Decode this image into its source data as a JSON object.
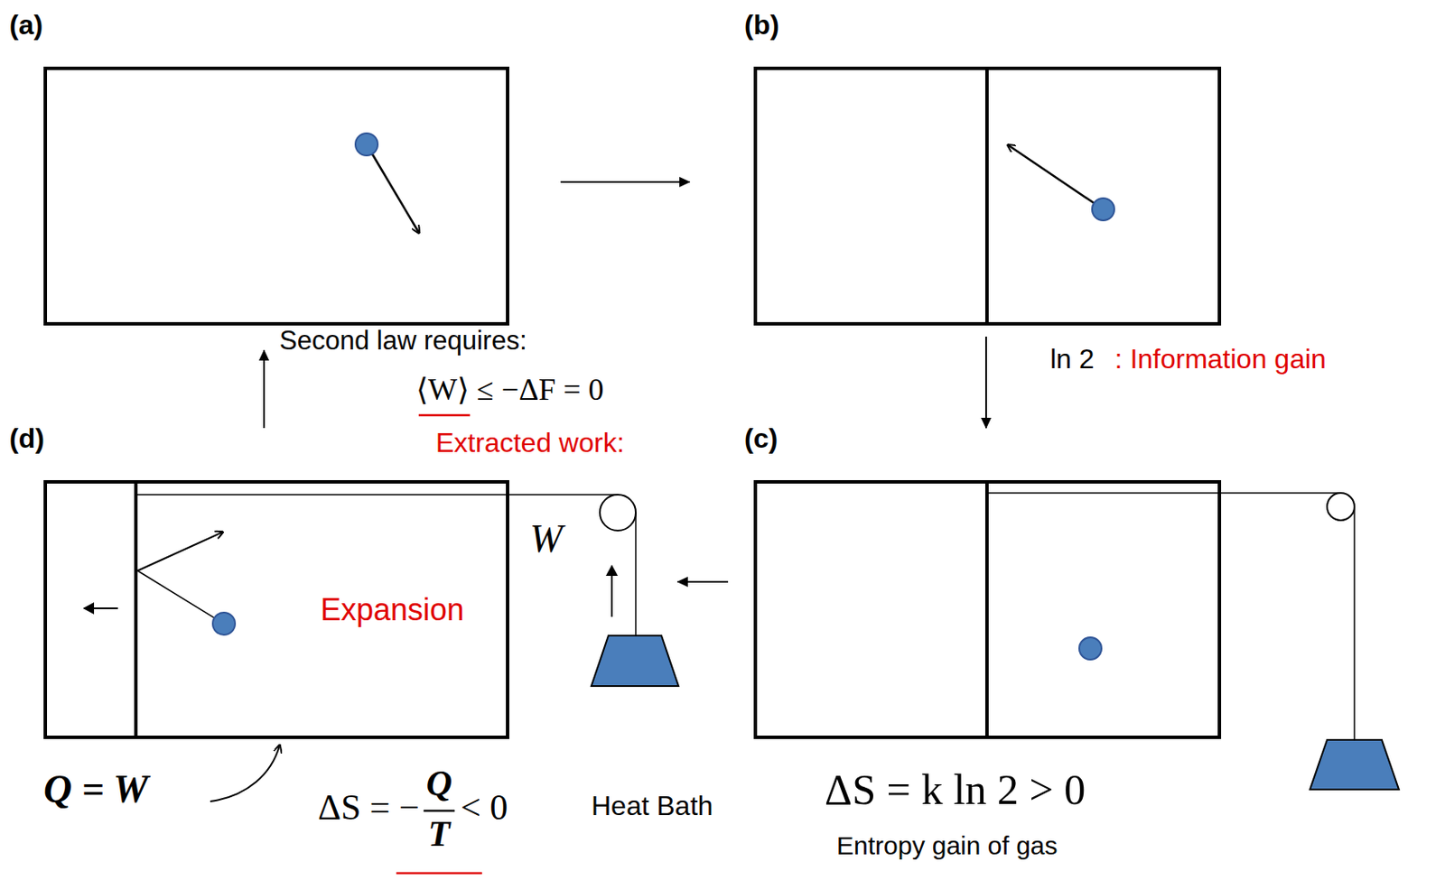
{
  "diagram": {
    "nodes": [
      {
        "text": [
          "(a)"
        ]
      },
      {
        "text": [
          "(b)"
        ]
      },
      {
        "text": [
          "(c)"
        ]
      },
      {
        "text": [
          "(d)"
        ]
      }
    ],
    "edges": [
      {
        "from": 0,
        "to": 1,
        "arrow": "to"
      },
      {
        "from": 1,
        "to": 2,
        "arrow": "to"
      },
      {
        "from": 2,
        "to": 3,
        "arrow": "to"
      },
      {
        "from": 3,
        "to": 0,
        "arrow": "to"
      }
    ],
    "labels": [
      "Second law requires:",
      "⟨W⟩ ≤ −ΔF = 0",
      "Extracted work:",
      "ln 2",
      ": Information gain",
      "W",
      "Expansion",
      "Q = W",
      "ΔS = −",
      "Q",
      "T",
      "< 0",
      "Heat Bath",
      "ΔS = k ln 2 > 0",
      "Entropy gain of gas"
    ]
  }
}
